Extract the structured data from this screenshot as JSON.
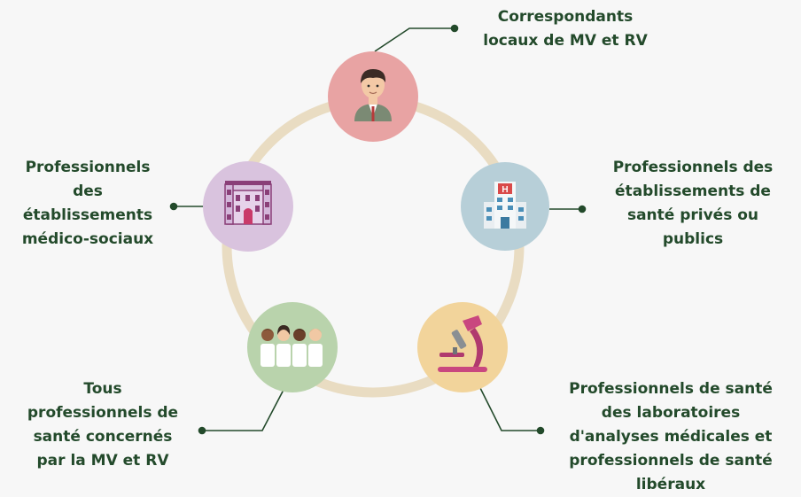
{
  "nodes": [
    {
      "id": "correspondants",
      "label": "Correspondants\nlocaux de MV et RV",
      "icon": "businessman-icon",
      "color": "#e8a3a3"
    },
    {
      "id": "etablissements-sante",
      "label": "Professionnels des\nétablissements de\nsanté privés ou\npublics",
      "icon": "hospital-icon",
      "color": "#b7cfd8"
    },
    {
      "id": "laboratoires",
      "label": "Professionnels de santé\ndes laboratoires\nd'analyses médicales et\nprofessionnels de santé\nlibéraux",
      "icon": "microscope-icon",
      "color": "#f2d49b"
    },
    {
      "id": "tous-professionnels",
      "label": "Tous\nprofessionnels de\nsanté concernés\npar la MV et RV",
      "icon": "medical-team-icon",
      "color": "#b9d3ac"
    },
    {
      "id": "medico-sociaux",
      "label": "Professionnels\ndes\nétablissements\nmédico-sociaux",
      "icon": "building-icon",
      "color": "#d9c3de"
    }
  ],
  "colors": {
    "ring": "#e9dcc2",
    "connector": "#234a2b",
    "text": "#234a2b",
    "background": "#f7f7f7"
  }
}
